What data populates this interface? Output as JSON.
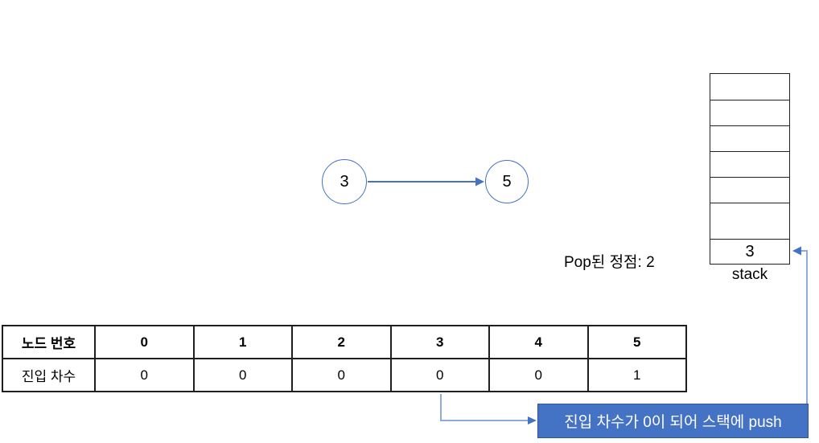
{
  "colors": {
    "accent_blue": "#4472C4",
    "connector_light_blue": "#8FAADC",
    "callout_fill": "#4472C4",
    "callout_border": "#2F5597",
    "line_black": "#1f1f1f"
  },
  "graph": {
    "nodes": [
      {
        "label": "3"
      },
      {
        "label": "5"
      }
    ],
    "edges": [
      {
        "from": "3",
        "to": "5"
      }
    ]
  },
  "stack": {
    "cells": [
      "",
      "",
      "",
      "",
      "",
      "",
      "3"
    ],
    "label": "stack"
  },
  "pop_text": "Pop된 정점: 2",
  "table": {
    "rows": [
      {
        "header": true,
        "cells": [
          "노드 번호",
          "0",
          "1",
          "2",
          "3",
          "4",
          "5"
        ]
      },
      {
        "header": false,
        "cells": [
          "진입 차수",
          "0",
          "0",
          "0",
          "0",
          "0",
          "1"
        ]
      }
    ]
  },
  "callout": {
    "text": "진입 차수가 0이 되어 스택에 push"
  }
}
